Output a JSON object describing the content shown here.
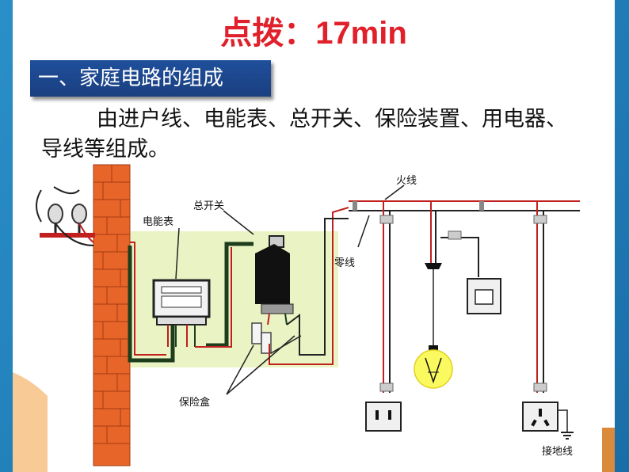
{
  "slide": {
    "title_prefix": "点拨：",
    "title_time": "17min",
    "section_title": "一、家庭电路的组成",
    "description": "由进户线、电能表、总开关、保险装置、用电器、导线等组成。"
  },
  "diagram_labels": {
    "live_wire": "火线",
    "meter": "电能表",
    "main_switch": "总开关",
    "neutral_wire": "零线",
    "fuse_box": "保险盒",
    "ground_wire": "接地线"
  },
  "colors": {
    "title": "#e0202a",
    "section_bg": "#1f4f9b",
    "wall": "#e8652a",
    "panel_bg": "#eaf3c4",
    "wire_red": "#c0201e",
    "wire_dark": "#1d3d1d"
  }
}
